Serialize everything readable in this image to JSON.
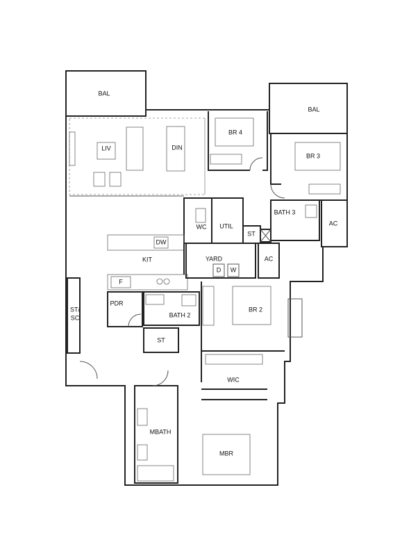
{
  "rooms": {
    "bal_left": "BAL",
    "bal_right": "BAL",
    "liv": "LIV",
    "din": "DIN",
    "br4": "BR 4",
    "br3": "BR 3",
    "util": "UTIL",
    "wc": "WC",
    "bath3": "BATH 3",
    "ac_top": "AC",
    "st_top": "ST",
    "dw": "DW",
    "kit": "KIT",
    "yard": "YARD",
    "d": "D",
    "w": "W",
    "ac_mid": "AC",
    "f": "F",
    "pdr": "PDR",
    "bath2": "BATH 2",
    "br2": "BR 2",
    "st_sc": "ST/\nSC",
    "st_bottom": "ST",
    "wic": "WIC",
    "mbath": "MBATH",
    "mbr": "MBR"
  },
  "colors": {
    "wall": "#222222",
    "background": "#ffffff"
  }
}
